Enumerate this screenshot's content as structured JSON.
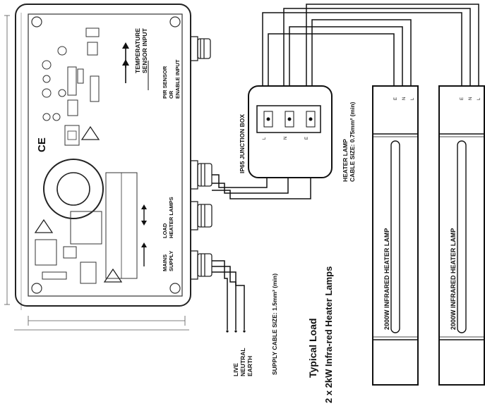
{
  "controller": {
    "temperature_input_label": [
      "TEMPERATURE",
      "SENSOR INPUT"
    ],
    "pir_input_label": [
      "PIR SENSOR",
      "OR",
      "ENABLE INPUT"
    ],
    "load_label": [
      "LOAD",
      "HEATER LAMPS"
    ],
    "mains_label": [
      "MAINS",
      "SUPPLY"
    ],
    "ce_mark": "CE"
  },
  "junction_box": {
    "label": "IP65 JUNCTION BOX",
    "terminals": [
      "L",
      "N",
      "E"
    ]
  },
  "cable_note": [
    "HEATER LAMP",
    "CABLE SIZE: 0.75mm² (min)"
  ],
  "supply": {
    "wires": [
      "LIVE",
      "NEUTRAL",
      "EARTH"
    ],
    "cable_size": "SUPPLY CABLE SIZE: 1.5mm² (min)"
  },
  "caption": {
    "title": "Typical Load",
    "subtitle": "2 x 2kW Infra-red Heater Lamps"
  },
  "lamps": [
    {
      "label": "2000W  INFRARED HEATER LAMP",
      "terminals": [
        "E",
        "N",
        "L"
      ]
    },
    {
      "label": "2000W  INFRARED HEATER LAMP",
      "terminals": [
        "E",
        "N",
        "L"
      ]
    }
  ]
}
